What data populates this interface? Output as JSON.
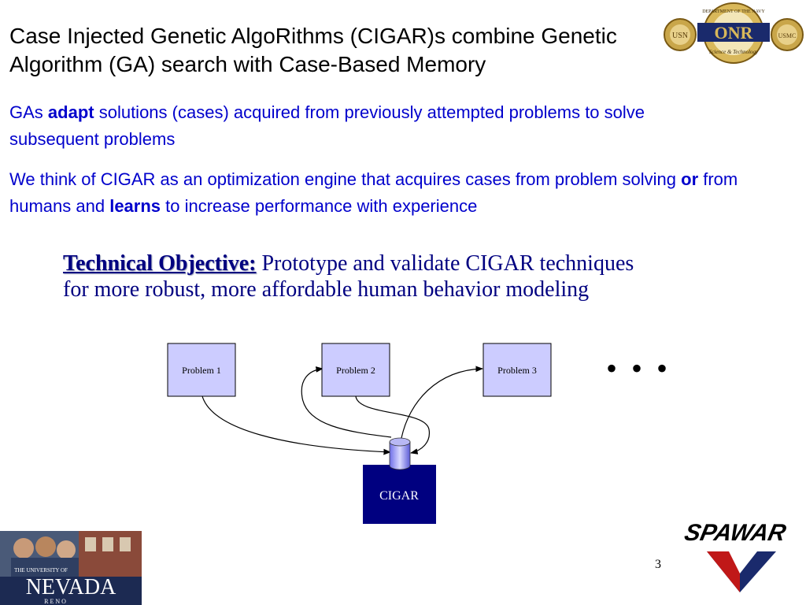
{
  "slide": {
    "title": "Case Injected Genetic AlgoRithms (CIGAR)s combine Genetic Algorithm (GA) search with Case-Based Memory",
    "para1": {
      "prefix": "GAs ",
      "bold": "adapt",
      "suffix": " solutions (cases) acquired from previously attempted problems to solve subsequent problems"
    },
    "para2": {
      "part1": "We think of CIGAR as an optimization engine that acquires cases from problem solving ",
      "bold1": "or",
      "part2": " from humans and ",
      "bold2": "learns",
      "part3": " to increase performance with experience"
    },
    "objective": {
      "label": "Technical Objective:",
      "text": " Prototype and validate CIGAR techniques for more robust, more affordable human behavior modeling"
    },
    "page_number": "3",
    "ellipsis": "• • •"
  },
  "diagram": {
    "nodes": [
      "Problem 1",
      "Problem 2",
      "Problem 3"
    ],
    "engine": "CIGAR",
    "node_fill": "#ccccff",
    "engine_fill": "#000080"
  },
  "logos": {
    "onr": {
      "banner": "DEPARTMENT OF THE NAVY",
      "letters": "ONR",
      "footer": "Science & Technology",
      "left_seal": "USN",
      "right_seal": "USMC"
    },
    "unr": {
      "top": "THE UNIVERSITY OF",
      "name": "NEVADA",
      "sub": "R E N O"
    },
    "spawar": {
      "text": "SPAWAR"
    }
  },
  "colors": {
    "body_text": "#0000cc",
    "objective_text": "#000080",
    "title_text": "#000000"
  }
}
